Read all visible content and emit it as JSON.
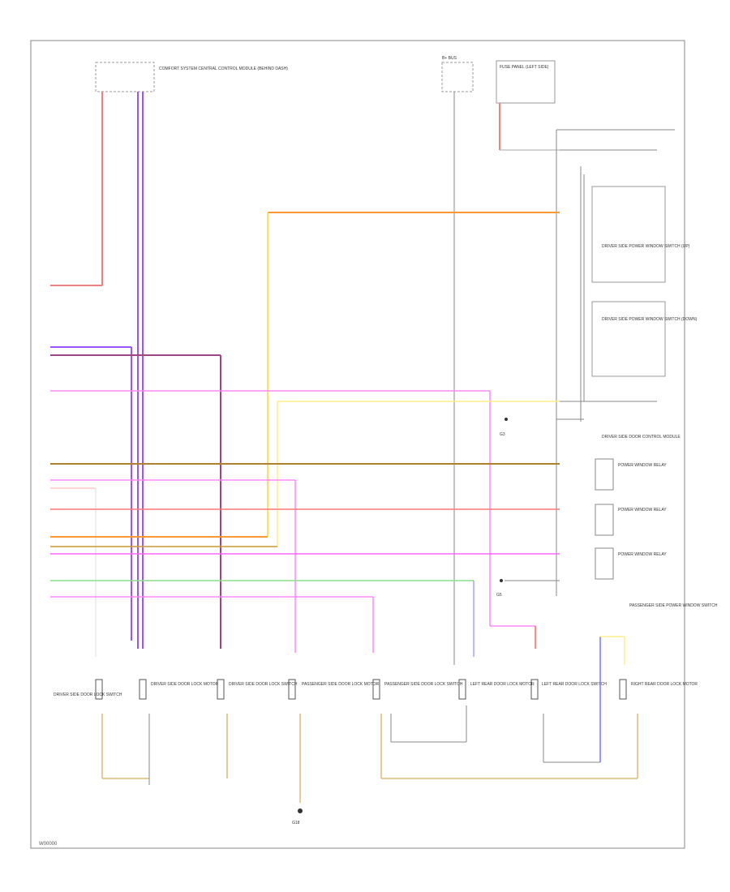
{
  "diagram": {
    "ref_code": "W00000",
    "components": {
      "top_left_module": "COMFORT SYSTEM CENTRAL CONTROL MODULE (BEHIND DASH)",
      "top_mid_module": "B+ BUS",
      "top_right_module": "FUSE PANEL (LEFT SIDE)",
      "switch_group_1": "DRIVER SIDE POWER WINDOW SWITCH (UP)",
      "switch_group_2": "DRIVER SIDE POWER WINDOW SWITCH (DOWN)",
      "door_module": "DRIVER SIDE DOOR CONTROL MODULE",
      "relay_1": "POWER WINDOW RELAY",
      "relay_2": "POWER WINDOW RELAY",
      "relay_3": "POWER WINDOW RELAY",
      "bottom_1": "DRIVER SIDE DOOR LOCK SWITCH",
      "bottom_2": "DRIVER SIDE DOOR LOCK MOTOR",
      "bottom_3": "DRIVER SIDE DOOR LOCK SWITCH",
      "bottom_4": "PASSENGER SIDE DOOR LOCK MOTOR",
      "bottom_5": "PASSENGER SIDE DOOR LOCK SWITCH",
      "bottom_6": "LEFT REAR DOOR LOCK MOTOR",
      "bottom_7": "LEFT REAR DOOR LOCK SWITCH",
      "bottom_8": "RIGHT REAR DOOR LOCK MOTOR",
      "right_bottom_label": "PASSENGER SIDE POWER WINDOW SWITCH"
    },
    "ground_labels": [
      "G3",
      "G5",
      "G18"
    ]
  }
}
